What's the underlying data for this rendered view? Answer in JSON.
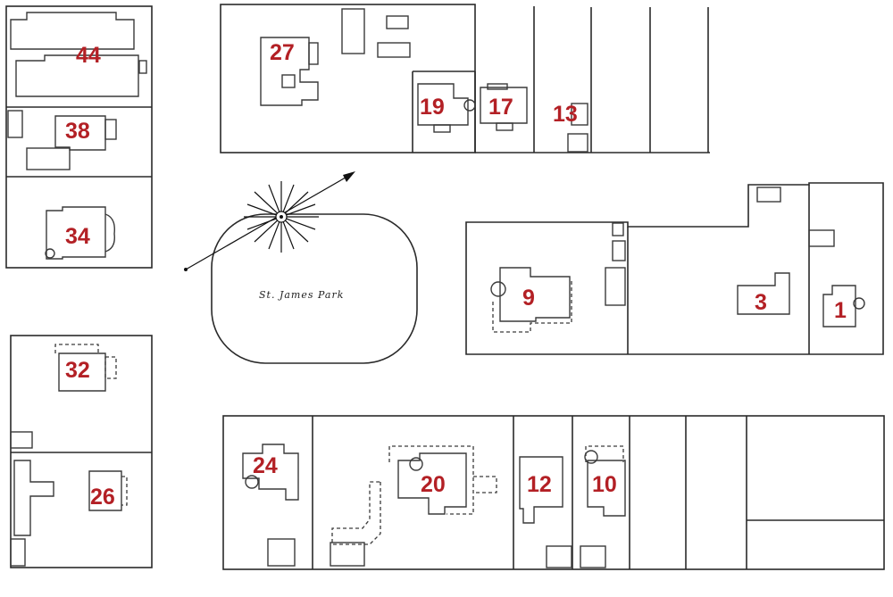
{
  "map": {
    "park_label": "St. James Park",
    "colors": {
      "lot_numbers": "#b32025",
      "linework": "#2a2a2a",
      "background": "#ffffff"
    },
    "compass_icon": "compass-rose-icon",
    "lots": {
      "l44": "44",
      "l38": "38",
      "l34": "34",
      "l27": "27",
      "l19": "19",
      "l17": "17",
      "l13": "13",
      "l9": "9",
      "l3": "3",
      "l1": "1",
      "l32": "32",
      "l26": "26",
      "l24": "24",
      "l20": "20",
      "l12": "12",
      "l10": "10"
    }
  }
}
